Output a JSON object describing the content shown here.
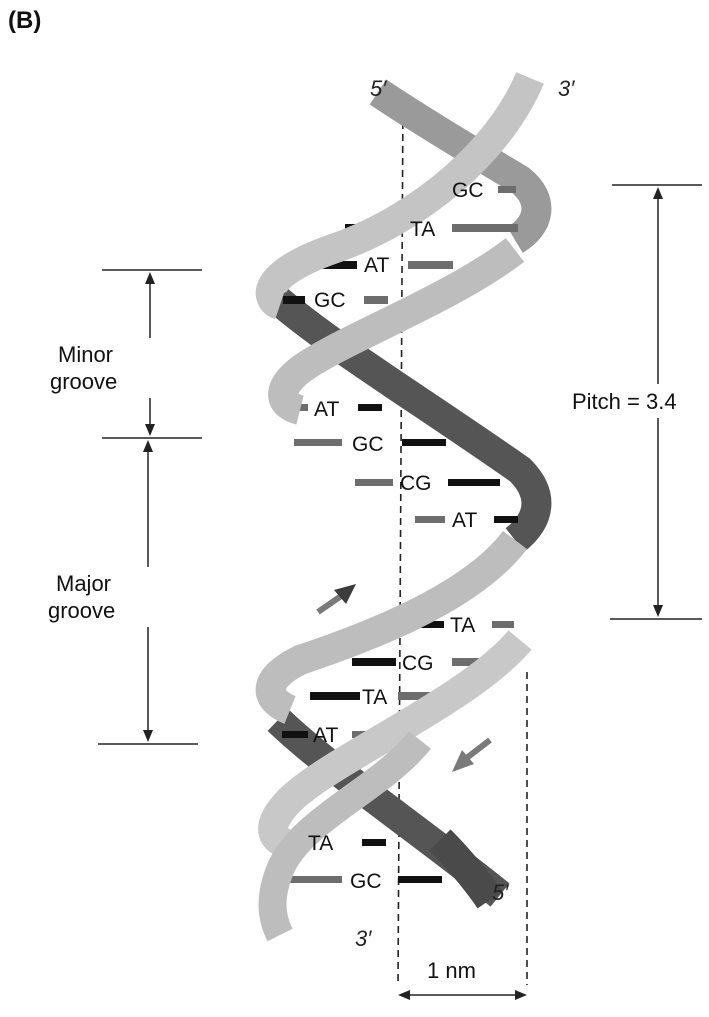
{
  "panel_label": "(B)",
  "strand_ends": {
    "top_left": "5′",
    "top_right": "3′",
    "bottom_left": "3′",
    "bottom_right": "5′"
  },
  "labels": {
    "minor_groove_line1": "Minor",
    "minor_groove_line2": "groove",
    "major_groove_line1": "Major",
    "major_groove_line2": "groove",
    "pitch": "Pitch = 3.4",
    "width": "1 nm"
  },
  "base_pairs": [
    "GC",
    "TA",
    "AT",
    "GC",
    "AT",
    "GC",
    "CG",
    "AT",
    "TA",
    "CG",
    "TA",
    "AT",
    "TA",
    "GC"
  ],
  "colors": {
    "strand_light": "#bdbdbd",
    "strand_mid": "#9a9a9a",
    "strand_dark": "#4a4a4a",
    "base_black": "#111111",
    "base_gray": "#6d6d6d",
    "arrow_dark": "#3c3c3c",
    "arrow_gray": "#7a7a7a"
  }
}
